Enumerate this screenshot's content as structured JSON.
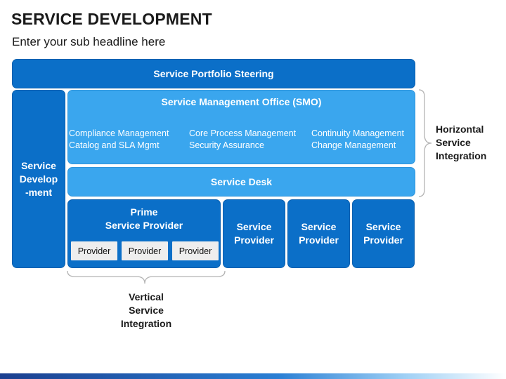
{
  "header": {
    "title": "SERVICE DEVELOPMENT",
    "subtitle": "Enter your sub headline here"
  },
  "diagram": {
    "steering": "Service Portfolio Steering",
    "left_column": [
      "Service",
      "Develop",
      "-ment"
    ],
    "smo": {
      "title": "Service Management Office (SMO)",
      "columns": [
        [
          "Compliance Management",
          "Catalog and SLA Mgmt"
        ],
        [
          "Core Process Management",
          "Security Assurance"
        ],
        [
          "Continuity Management",
          "Change Management"
        ]
      ]
    },
    "service_desk": "Service Desk",
    "prime": {
      "title_line1": "Prime",
      "title_line2": "Service Provider",
      "providers": [
        "Provider",
        "Provider",
        "Provider"
      ]
    },
    "service_providers": [
      [
        "Service",
        "Provider"
      ],
      [
        "Service",
        "Provider"
      ],
      [
        "Service",
        "Provider"
      ]
    ],
    "horizontal_label": [
      "Horizontal",
      "Service",
      "Integration"
    ],
    "vertical_label": [
      "Vertical",
      "Service",
      "Integration"
    ]
  },
  "colors": {
    "dark_blue": "#0b6fc8",
    "light_blue": "#3aa6ee",
    "provider_box": "#eeeeee"
  }
}
